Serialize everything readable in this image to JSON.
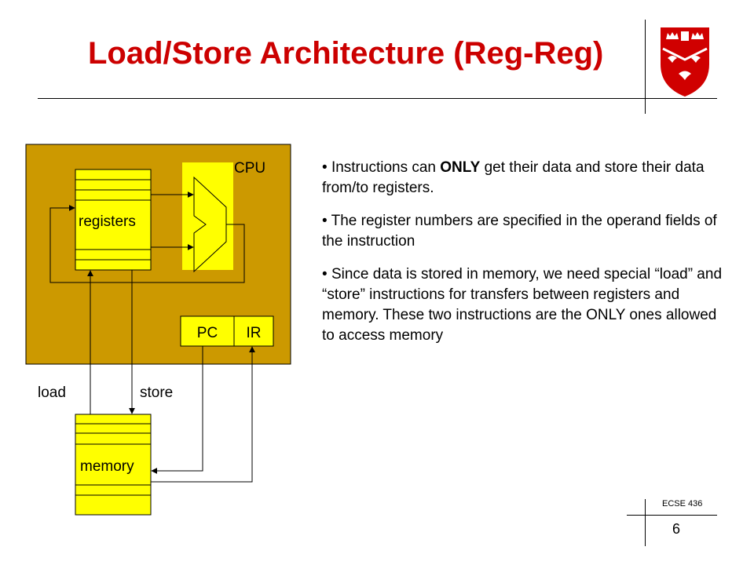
{
  "slide": {
    "title": "Load/Store Architecture (Reg-Reg)",
    "course": "ECSE 436",
    "page_number": "6",
    "title_color": "#cc0000"
  },
  "diagram": {
    "cpu_label": "CPU",
    "registers_label": "registers",
    "pc_label": "PC",
    "ir_label": "IR",
    "memory_label": "memory",
    "load_label": "load",
    "store_label": "store",
    "colors": {
      "cpu_fill": "#cc9900",
      "alu_fill": "#ffff00",
      "box_fill": "#ffff00"
    }
  },
  "bullets": [
    {
      "pre": "Instructions can ",
      "bold": "ONLY",
      "post": " get their data and store their data from/to registers."
    },
    {
      "pre": "The register numbers are specified in the operand fields of the instruction",
      "bold": "",
      "post": ""
    },
    {
      "pre": "Since data is stored in memory, we need special “load” and “store” instructions for transfers between registers and memory. These two instructions are the ONLY ones allowed to access memory",
      "bold": "",
      "post": ""
    }
  ],
  "logo": {
    "icon": "mcgill-crest-icon"
  }
}
